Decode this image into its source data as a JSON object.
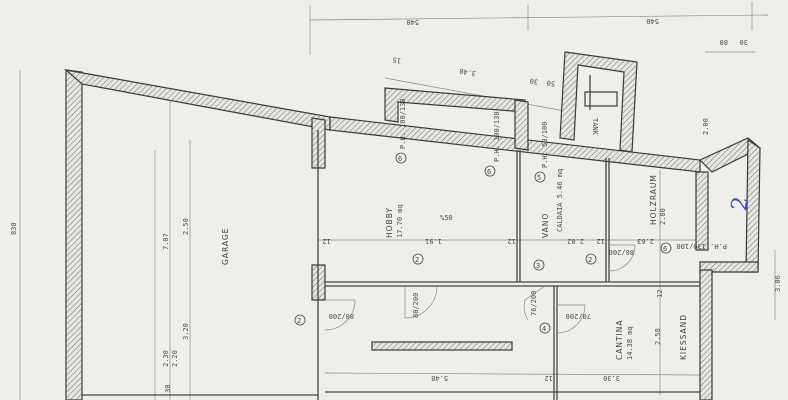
{
  "rooms": {
    "garage": "GARAGE",
    "hobby": "HOBBY",
    "hobby_area": "17.70 mq",
    "vano": "VANO",
    "caldaia": "CALDAIA 5.46 mq",
    "holzraum": "HOLZRAUM",
    "holzraum_h": "2.80",
    "cantina": "CANTINA",
    "cantina_area": "14.38 mq",
    "kiessand": "KIESSAND",
    "tank": "TANK"
  },
  "dimensions": {
    "top_left": "540",
    "top_right": "540",
    "top_small_a": "80",
    "top_small_b": "30",
    "d15": "15",
    "d340": "3.40",
    "d30": "30",
    "d50": "50",
    "d830": "830",
    "d707": "7.07",
    "d250": "2.50",
    "d320": "3.20",
    "d230": "2.30",
    "d220": "2.20",
    "d30b": "30",
    "d548": "5.48",
    "d330": "3.30",
    "d258": "2.58",
    "d191": "1.91",
    "d202": "2.02",
    "d263": "2.63",
    "d306": "3.06",
    "d12a": "12",
    "d12b": "12",
    "d12c": "12",
    "d12d": "12",
    "d12e": "12",
    "slope": "%50",
    "d200": "2.00"
  },
  "doors": {
    "door1": "80/200",
    "door2": "80/200",
    "door3": "76/200",
    "door4": "70/200",
    "door5": "80/200"
  },
  "windows": {
    "w1": "P.H. 100/130",
    "w2": "P.H. 100/130",
    "w3": "P.H. 50/100",
    "w4": "P.H. 130/100"
  },
  "markers": [
    "6",
    "6",
    "5",
    "6",
    "2",
    "3",
    "2",
    "2",
    "4"
  ],
  "annotation": "2"
}
